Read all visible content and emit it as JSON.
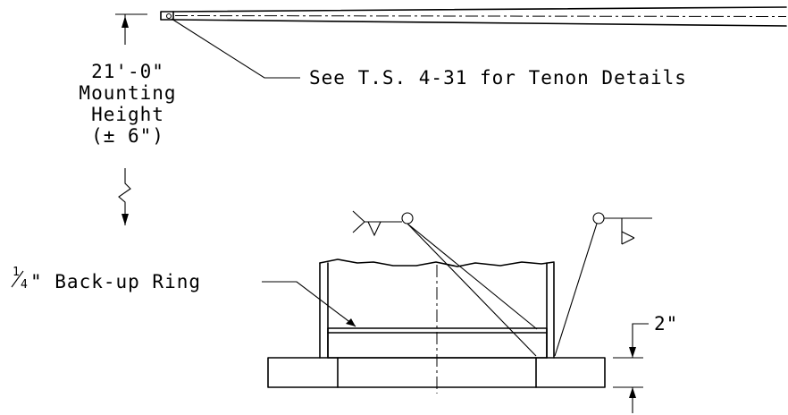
{
  "labels": {
    "tenon_note": "See T.S. 4-31 for Tenon Details",
    "height_value": "21'-0\"",
    "height_line1": "Mounting",
    "height_line2": "Height",
    "height_tolerance": "(± 6\")",
    "ring_fraction_num": "1",
    "ring_fraction_den": "4",
    "ring_label": "\" Back-up Ring",
    "plate_thickness": "2\""
  }
}
